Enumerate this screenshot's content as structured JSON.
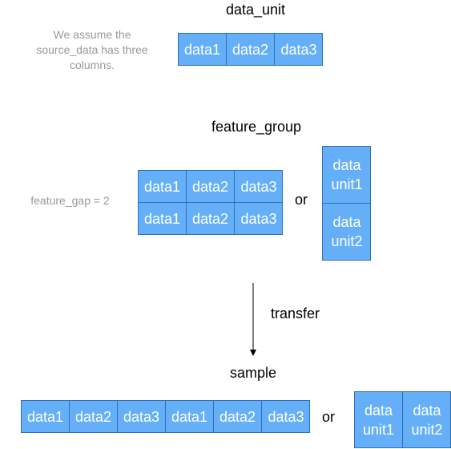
{
  "data_unit": {
    "title": "data_unit",
    "note": "We assume the source_data has three columns.",
    "cells": [
      "data1",
      "data2",
      "data3"
    ]
  },
  "feature_group": {
    "title": "feature_group",
    "gap_label": "feature_gap = 2",
    "row1": [
      "data1",
      "data2",
      "data3"
    ],
    "row2": [
      "data1",
      "data2",
      "data3"
    ],
    "or_label": "or",
    "alt_cells": [
      "data\nunit1",
      "data\nunit2"
    ]
  },
  "arrow_label": "transfer",
  "sample": {
    "title": "sample",
    "cells": [
      "data1",
      "data2",
      "data3",
      "data1",
      "data2",
      "data3"
    ],
    "or_label": "or",
    "alt_cells": [
      "data\nunit1",
      "data\nunit2"
    ]
  },
  "colors": {
    "box_fill": "#65aff9",
    "box_stroke": "#2f6fb8",
    "note_text": "#999999"
  }
}
